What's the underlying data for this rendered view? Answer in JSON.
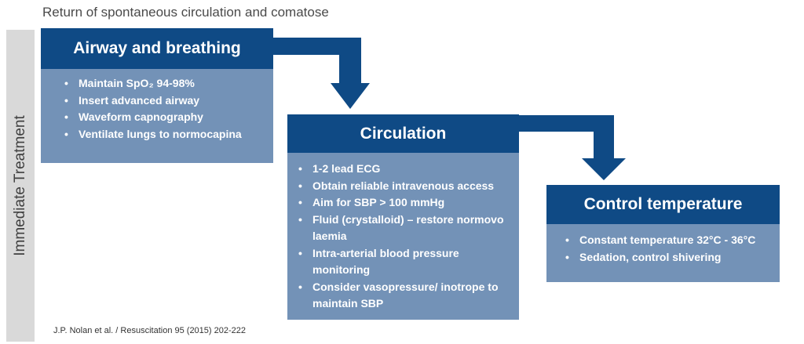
{
  "title": "Return of spontaneous circulation and comatose",
  "sidebar_label": "Immediate Treatment",
  "colors": {
    "header": "#0f4a85",
    "body": "#7392b7",
    "sidebar": "#d9d9d9"
  },
  "boxes": [
    {
      "title": "Airway and breathing",
      "items": [
        "Maintain SpO₂ 94-98%",
        "Insert advanced airway",
        "Waveform capnography",
        "Ventilate lungs to normocapina"
      ]
    },
    {
      "title": "Circulation",
      "items": [
        "1-2 lead ECG",
        "Obtain reliable intravenous access",
        "Aim for SBP > 100 mmHg",
        "Fluid (crystalloid) – restore normovo laemia",
        "Intra-arterial blood pressure monitoring",
        "Consider vasopressure/ inotrope to maintain SBP"
      ]
    },
    {
      "title": "Control temperature",
      "items": [
        "Constant temperature 32°C - 36°C",
        "Sedation, control shivering"
      ]
    }
  ],
  "citation": "J.P. Nolan et al. / Resuscitation 95 (2015) 202-222"
}
